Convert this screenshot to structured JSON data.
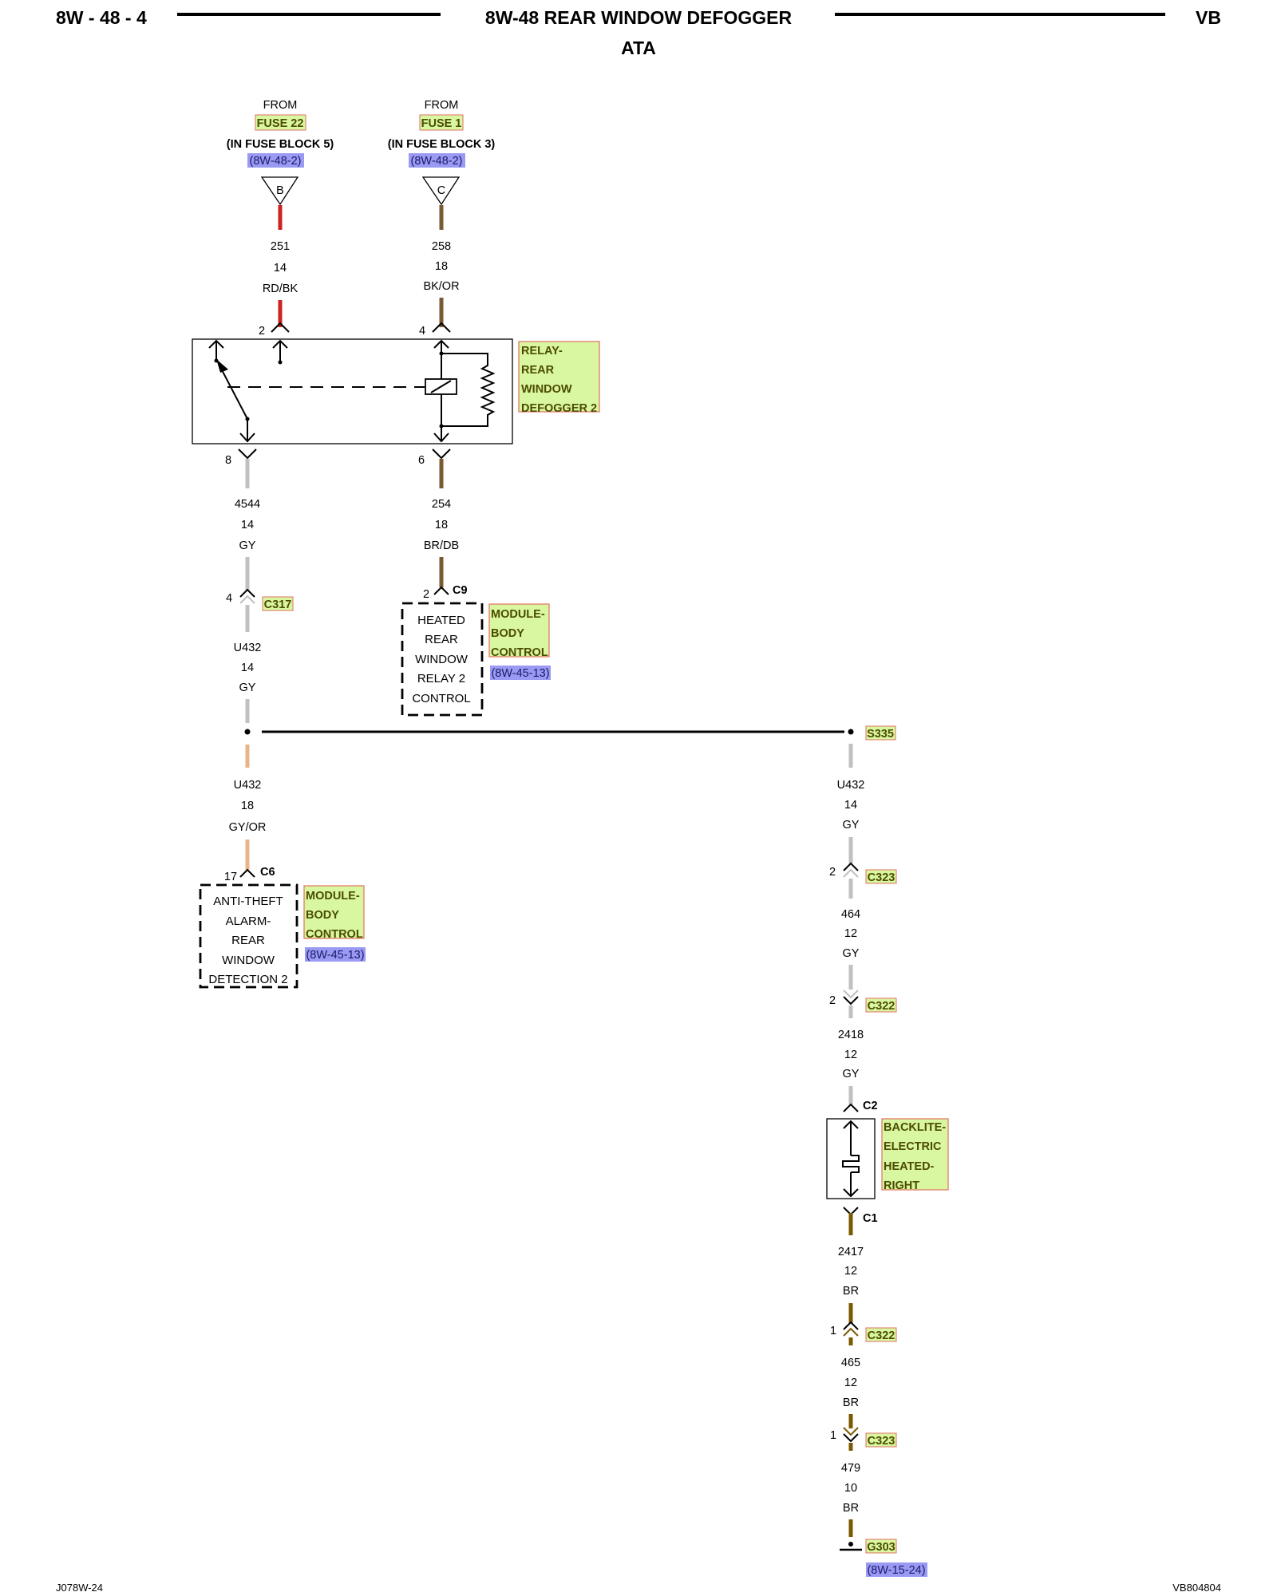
{
  "header": {
    "page_num": "8W - 48 - 4",
    "title": "8W-48 REAR WINDOW DEFOGGER",
    "subtitle": "ATA",
    "model": "VB"
  },
  "footer": {
    "left": "J078W-24",
    "right": "VB804804"
  },
  "colors": {
    "RD": "#cc2222",
    "BK_OR": "#7a5a32",
    "BR": "#7a5a00",
    "GY": "#c0c0c0",
    "GY_OR": "#e8b48a",
    "highlight_green": "#d9f7a0",
    "highlight_border": "#e07060",
    "ref_purple": "#9a9af5"
  },
  "sources": {
    "fuse22": {
      "from": "FROM",
      "fuse": "FUSE 22",
      "block": "(IN FUSE BLOCK 5)",
      "ref": "(8W-48-2)",
      "pin": "B"
    },
    "fuse1": {
      "from": "FROM",
      "fuse": "FUSE 1",
      "block": "(IN FUSE BLOCK 3)",
      "ref": "(8W-48-2)",
      "pin": "C"
    }
  },
  "wires": {
    "w251": {
      "circuit": "251",
      "gauge": "14",
      "color": "RD/BK"
    },
    "w258": {
      "circuit": "258",
      "gauge": "18",
      "color": "BK/OR"
    },
    "w4544": {
      "circuit": "4544",
      "gauge": "14",
      "color": "GY"
    },
    "w254": {
      "circuit": "254",
      "gauge": "18",
      "color": "BR/DB"
    },
    "wU432a": {
      "circuit": "U432",
      "gauge": "14",
      "color": "GY"
    },
    "wU432b": {
      "circuit": "U432",
      "gauge": "18",
      "color": "GY/OR"
    },
    "wU432c": {
      "circuit": "U432",
      "gauge": "14",
      "color": "GY"
    },
    "w464": {
      "circuit": "464",
      "gauge": "12",
      "color": "GY"
    },
    "w2418": {
      "circuit": "2418",
      "gauge": "12",
      "color": "GY"
    },
    "w2417": {
      "circuit": "2417",
      "gauge": "12",
      "color": "BR"
    },
    "w465": {
      "circuit": "465",
      "gauge": "12",
      "color": "BR"
    },
    "w479": {
      "circuit": "479",
      "gauge": "10",
      "color": "BR"
    }
  },
  "relay": {
    "label": [
      "RELAY-",
      "REAR",
      "WINDOW",
      "DEFOGGER 2"
    ],
    "pins": {
      "p2": "2",
      "p4": "4",
      "p8": "8",
      "p6": "6"
    }
  },
  "connectors": {
    "c317": {
      "pin": "4",
      "name": "C317"
    },
    "c9": {
      "pin": "2",
      "name": "C9"
    },
    "c6": {
      "pin": "17",
      "name": "C6"
    },
    "c323a": {
      "pin": "2",
      "name": "C323"
    },
    "c322a": {
      "pin": "2",
      "name": "C322"
    },
    "c2": {
      "name": "C2"
    },
    "c1": {
      "name": "C1"
    },
    "c322b": {
      "pin": "1",
      "name": "C322"
    },
    "c323b": {
      "pin": "1",
      "name": "C323"
    }
  },
  "splice": {
    "name": "S335"
  },
  "ground": {
    "name": "G303",
    "ref": "(8W-15-24)"
  },
  "bcm_relay": {
    "lines": [
      "HEATED",
      "REAR",
      "WINDOW",
      "RELAY 2",
      "CONTROL"
    ],
    "module": [
      "MODULE-",
      "BODY",
      "CONTROL"
    ],
    "ref": "(8W-45-13)"
  },
  "bcm_theft": {
    "lines": [
      "ANTI-THEFT",
      "ALARM-",
      "REAR",
      "WINDOW",
      "DETECTION 2"
    ],
    "module": [
      "MODULE-",
      "BODY",
      "CONTROL"
    ],
    "ref": "(8W-45-13)"
  },
  "backlite": {
    "label": [
      "BACKLITE-",
      "ELECTRIC",
      "HEATED-",
      "RIGHT"
    ]
  }
}
